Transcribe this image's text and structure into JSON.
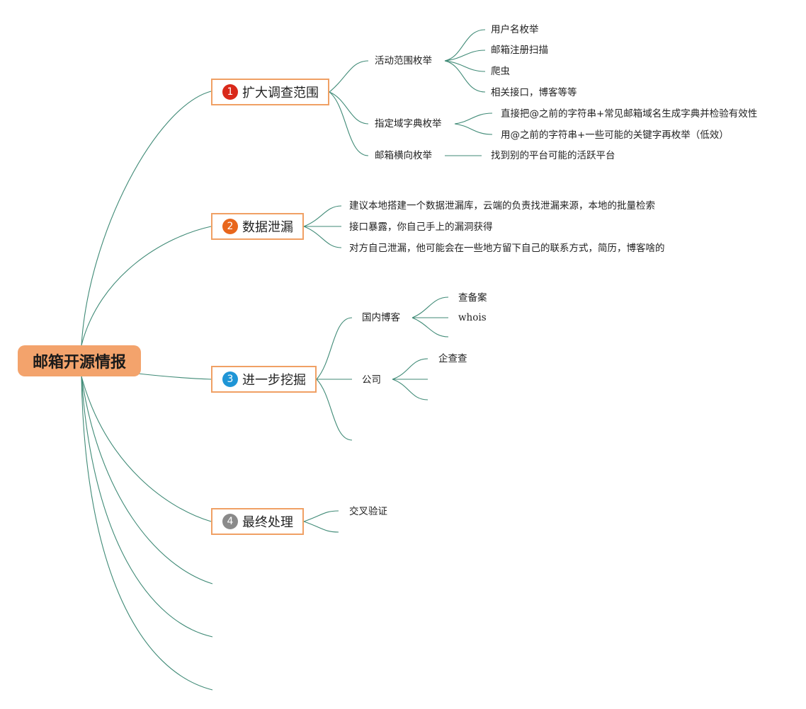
{
  "root": {
    "label": "邮箱开源情报"
  },
  "colors": {
    "edge": "#3f8a76",
    "root_bg": "#f3a36c",
    "branch_border": "#f0a064"
  },
  "branches": [
    {
      "num": "1",
      "badge_color": "#d9291a",
      "label": "扩大调查范围",
      "children": [
        {
          "label": "活动范围枚举",
          "children": [
            "用户名枚举",
            "邮箱注册扫描",
            "爬虫",
            "相关接口，博客等等"
          ]
        },
        {
          "label": "指定域字典枚举",
          "children": [
            "直接把@之前的字符串+常见邮箱域名生成字典并检验有效性",
            "用@之前的字符串+一些可能的关键字再枚举（低效）"
          ]
        },
        {
          "label": "邮箱横向枚举",
          "children": [
            "找到别的平台可能的活跃平台"
          ]
        }
      ]
    },
    {
      "num": "2",
      "badge_color": "#e8661c",
      "label": "数据泄漏",
      "children": [
        {
          "label": "建议本地搭建一个数据泄漏库，云端的负责找泄漏来源，本地的批量检索"
        },
        {
          "label": "接口暴露，你自己手上的漏洞获得"
        },
        {
          "label": "对方自己泄漏，他可能会在一些地方留下自己的联系方式，简历，博客啥的"
        }
      ]
    },
    {
      "num": "3",
      "badge_color": "#1f95d6",
      "label": "进一步挖掘",
      "children": [
        {
          "label": "国内博客",
          "children": [
            "查备案",
            "whois"
          ]
        },
        {
          "label": "公司",
          "children": [
            "企查查"
          ]
        }
      ]
    },
    {
      "num": "4",
      "badge_color": "#8a8a8a",
      "label": "最终处理",
      "children": [
        {
          "label": "交叉验证"
        }
      ]
    }
  ]
}
